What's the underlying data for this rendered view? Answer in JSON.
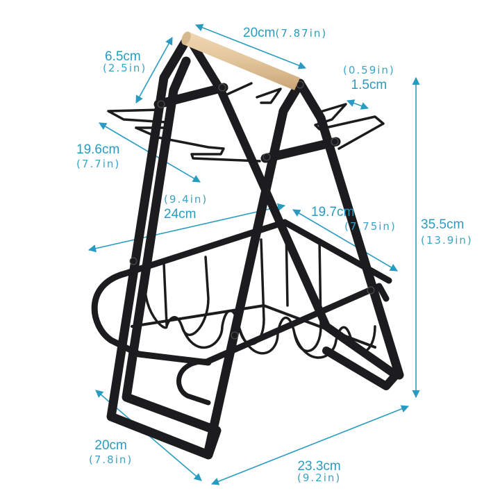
{
  "product": {
    "name": "two-tier glass and bottle rack with wooden handle",
    "frame_color": "#1c1c1e",
    "handle_color": "#e2c49a",
    "annotation_color": "#2a9bc0",
    "background": "#ffffff"
  },
  "dimensions": {
    "handle_length": {
      "cm": "20cm",
      "inch": "(7.87in)"
    },
    "hanger_depth": {
      "cm": "6.5cm",
      "inch": "(2.5in)"
    },
    "slot_width": {
      "cm": "1.5cm",
      "inch": "(0.59in)"
    },
    "upper_width": {
      "cm": "19.6cm",
      "inch": "(7.7in)"
    },
    "basket_width": {
      "cm": "24cm",
      "inch": "(9.4in)"
    },
    "basket_depth": {
      "cm": "19.7cm",
      "inch": "(7.75in)"
    },
    "total_height": {
      "cm": "35.5cm",
      "inch": "(13.9in)"
    },
    "base_depth": {
      "cm": "20cm",
      "inch": "(7.8in)"
    },
    "base_width": {
      "cm": "23.3cm",
      "inch": "(9.2in)"
    }
  }
}
